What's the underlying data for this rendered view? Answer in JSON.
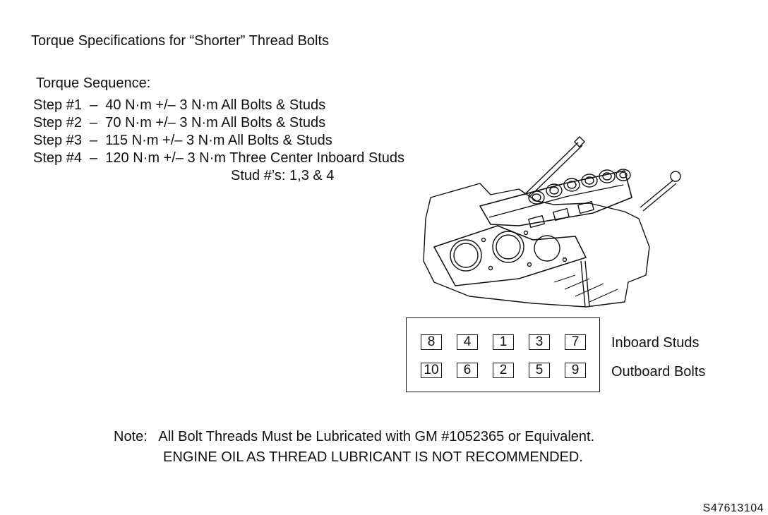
{
  "title": "Torque Specifications for “Shorter” Thread Bolts",
  "sequence": {
    "heading": "Torque Sequence:",
    "steps": [
      "Step #1  –  40 N·m +/– 3 N·m All Bolts & Studs",
      "Step #2  –  70 N·m +/– 3 N·m All Bolts & Studs",
      "Step #3  –  115 N·m +/– 3 N·m All Bolts & Studs",
      "Step #4  –  120 N·m +/– 3 N·m Three Center Inboard Studs"
    ],
    "stud_note": "Stud #’s: 1,3 & 4"
  },
  "legend": {
    "inboard_label": "Inboard Studs",
    "outboard_label": "Outboard Bolts",
    "inboard_numbers": [
      "8",
      "4",
      "1",
      "3",
      "7"
    ],
    "outboard_numbers": [
      "10",
      "6",
      "2",
      "5",
      "9"
    ]
  },
  "note": {
    "line1": "Note:   All Bolt Threads Must be Lubricated with GM #1052365 or Equivalent.",
    "line2": "ENGINE OIL AS THREAD LUBRICANT IS NOT RECOMMENDED."
  },
  "figure_code": "S47613104",
  "illustration": {
    "icon": "engine-cylinder-head-icon"
  }
}
